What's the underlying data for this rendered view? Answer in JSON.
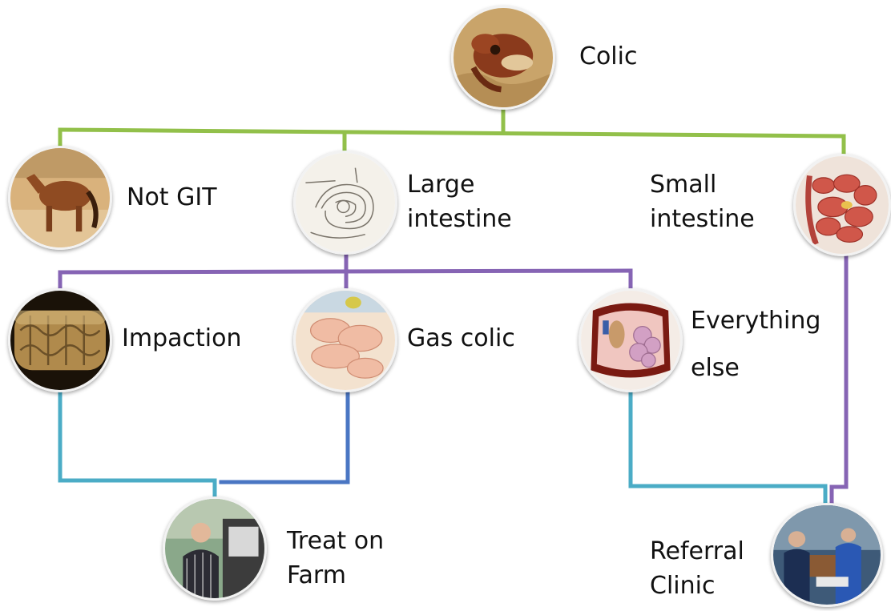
{
  "nodes": {
    "colic": {
      "label": "Colic",
      "icon": "horse-lying-photo"
    },
    "not_git": {
      "label": "Not GIT",
      "icon": "pony-photo"
    },
    "large_intestine": {
      "label_lines": [
        "Large",
        "intestine"
      ],
      "icon": "large-intestine-anatomy-sketch"
    },
    "small_intestine": {
      "label_lines": [
        "Small",
        "intestine"
      ],
      "icon": "small-intestine-anatomy-illustration"
    },
    "impaction": {
      "label": "Impaction",
      "icon": "impacted-colon-render"
    },
    "gas_colic": {
      "label": "Gas colic",
      "icon": "gas-distended-intestine-render"
    },
    "everything_else": {
      "label_lines": [
        "Everything",
        "else"
      ],
      "icon": "abdominal-cross-section-illustration"
    },
    "treat_on_farm": {
      "label_lines": [
        "Treat on",
        "Farm"
      ],
      "icon": "vet-on-farm-photo"
    },
    "referral_clinic": {
      "label_lines": [
        "Referral",
        "Clinic"
      ],
      "icon": "clinic-staff-photo"
    }
  },
  "colors": {
    "level1": "#92c04a",
    "level2": "#8664b4",
    "to_treat_left": "#4bacc6",
    "to_treat_right": "#4a76c3",
    "to_referral_left": "#4bacc6",
    "to_referral_right": "#8664b4"
  }
}
